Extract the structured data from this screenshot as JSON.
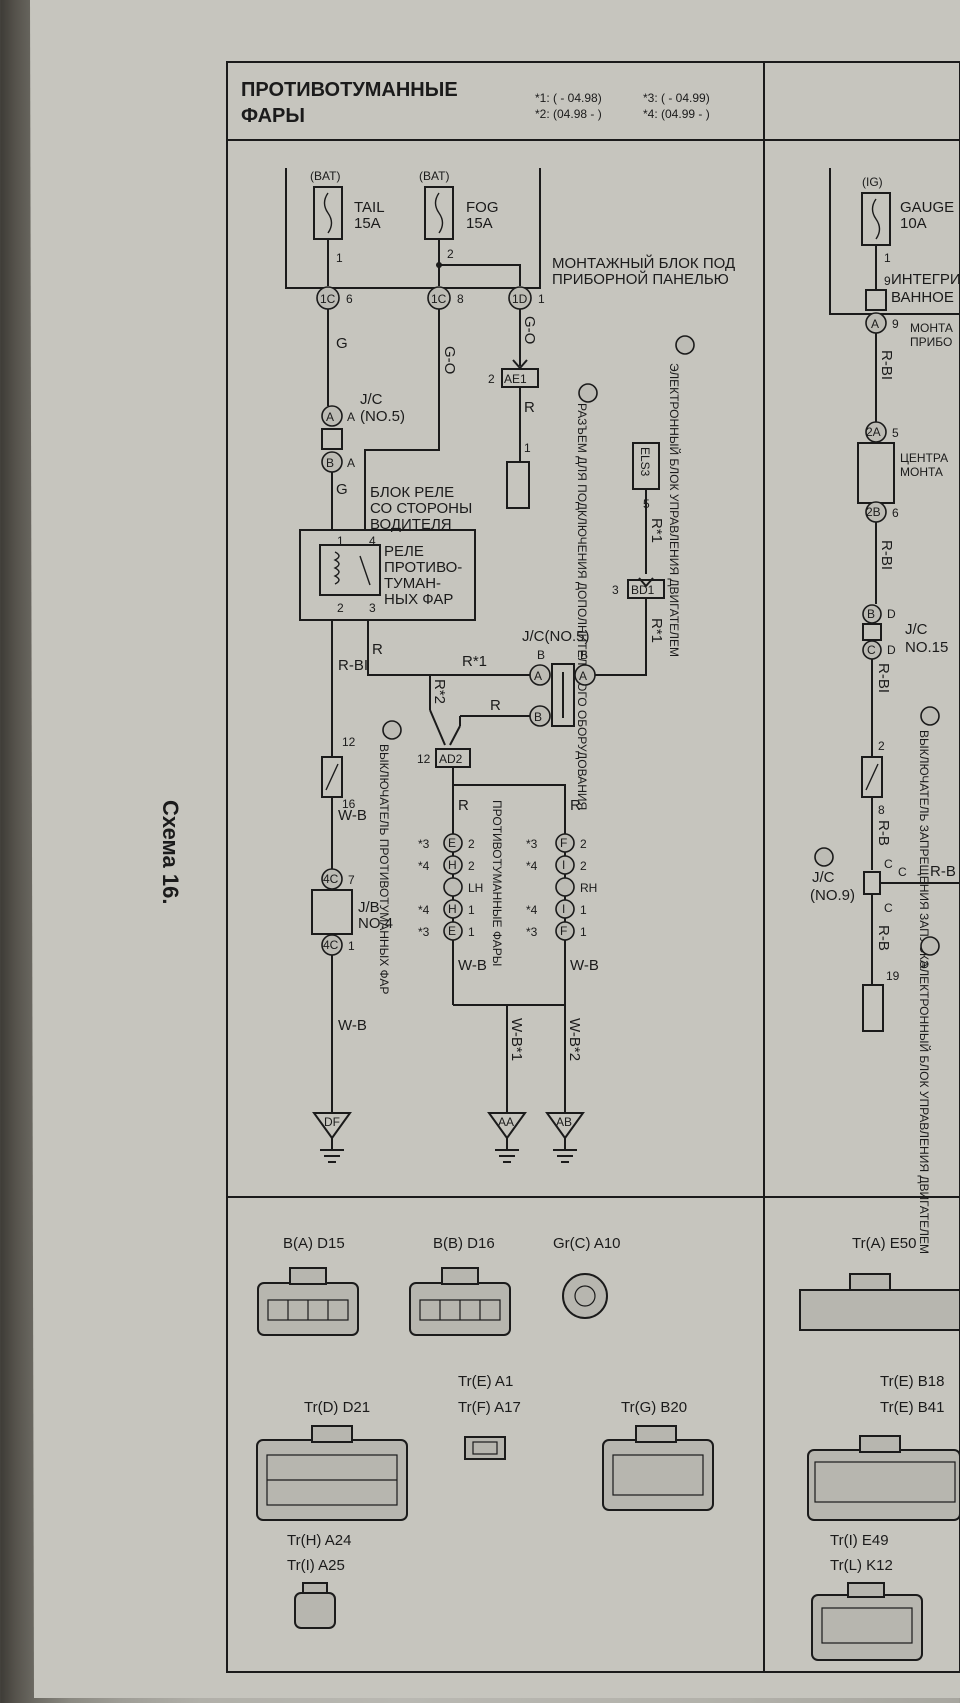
{
  "title": {
    "line1": "ПРОТИВОТУМАННЫЕ",
    "line2": "ФАРЫ"
  },
  "notes": {
    "n1": "*1: ( - 04.98)",
    "n2": "*2: (04.98 - )",
    "n3": "*3: ( - 04.99)",
    "n4": "*4: (04.99 - )"
  },
  "side_caption": "Схема 16.",
  "fuses": {
    "tail": {
      "source": "(BAT)",
      "name": "TAIL",
      "rating": "15A"
    },
    "fog": {
      "source": "(BAT)",
      "name": "FOG",
      "rating": "15A"
    },
    "gauge": {
      "source": "(IG)",
      "name": "GAUGE",
      "rating": "10A"
    }
  },
  "junction_block": {
    "line1": "МОНТАЖНЫЙ БЛОК ПОД",
    "line2": "ПРИБОРНОЙ ПАНЕЛЬЮ"
  },
  "right_partial": {
    "integ1": "ИНТЕГРИ",
    "integ2": "ВАННОЕ",
    "mount1": "МОНТА",
    "mount2": "ПРИБО",
    "central1": "ЦЕНТРА",
    "central2": "МОНТА"
  },
  "relay_block": {
    "line1": "БЛОК РЕЛЕ",
    "line2": "СО СТОРОНЫ",
    "line3": "ВОДИТЕЛЯ"
  },
  "relay": {
    "line1": "РЕЛЕ",
    "line2": "ПРОТИВО-",
    "line3": "ТУМАН-",
    "line4": "НЫХ ФАР"
  },
  "connector_c": {
    "label": "РАЗЪЕМ ДЛЯ ПОДКЛЮЧЕНИЯ ДОПОЛНИТЕЛЬНОГО ОБОРУДОВАНИЯ"
  },
  "ecu_g": {
    "label": "ЭЛЕКТРОННЫЙ БЛОК УПРАВЛЕНИЯ ДВИГАТЕЛЕМ"
  },
  "ecu_f": {
    "label": "ЭЛЕКТРОННЫЙ БЛОК УПРАВЛЕНИЯ ДВИГАТЕЛЕМ"
  },
  "switch_d": {
    "label": "ВЫКЛЮЧАТЕЛЬ ПРОТИВОТУМАННЫХ ФАР"
  },
  "lamps": {
    "label": "ПРОТИВОТУМАННЫЕ ФАРЫ"
  },
  "start_lock": {
    "label": "ВЫКЛЮЧАТЕЛЬ ЗАПРЕЩЕНИЯ ЗАПУСКА"
  },
  "wire_colors": {
    "g": "G",
    "go": "G-O",
    "r": "R",
    "rbl": "R-BI",
    "wb": "W-B",
    "r1": "R*1",
    "r2": "R*2",
    "wb1": "W-B*1",
    "wb2": "W-B*2",
    "rb": "R-B"
  },
  "junction_connectors": {
    "jc5": "J/C",
    "jc5n": "(NO.5)",
    "jc5b": "J/C(NO.5)",
    "jb4": "J/B",
    "jb4n": "NO.4",
    "jc15": "J/C",
    "jc15n": "NO.15",
    "jc9": "J/C",
    "jc9n": "(NO.9)"
  },
  "connector_ids": {
    "ae1": "AE1",
    "els3": "ELS3",
    "bd1": "BD1",
    "ad2": "AD2"
  },
  "grounds": {
    "df": "DF",
    "aa": "AA",
    "ab": "AB"
  },
  "lamp_pins": {
    "lh": "LH",
    "rh": "RH"
  },
  "legend": [
    {
      "prefix": "B",
      "letter": "A",
      "code": "D15"
    },
    {
      "prefix": "B",
      "letter": "B",
      "code": "D16"
    },
    {
      "prefix": "Gr",
      "letter": "C",
      "code": "A10"
    },
    {
      "prefix": "Tr",
      "letter": "A",
      "code": "E50"
    },
    {
      "prefix": "Tr",
      "letter": "E",
      "code": "A1"
    },
    {
      "prefix": "Tr",
      "letter": "F",
      "code": "A17"
    },
    {
      "prefix": "Tr",
      "letter": "D",
      "code": "D21"
    },
    {
      "prefix": "Tr",
      "letter": "G",
      "code": "B20"
    },
    {
      "prefix": "Tr",
      "letter": "E",
      "code": "B18"
    },
    {
      "prefix": "Tr",
      "letter": "E",
      "code": "B41"
    },
    {
      "prefix": "Tr",
      "letter": "H",
      "code": "A24"
    },
    {
      "prefix": "Tr",
      "letter": "I",
      "code": "A25"
    },
    {
      "prefix": "Tr",
      "letter": "I",
      "code": "E49"
    },
    {
      "prefix": "Tr",
      "letter": "L",
      "code": "K12"
    }
  ]
}
